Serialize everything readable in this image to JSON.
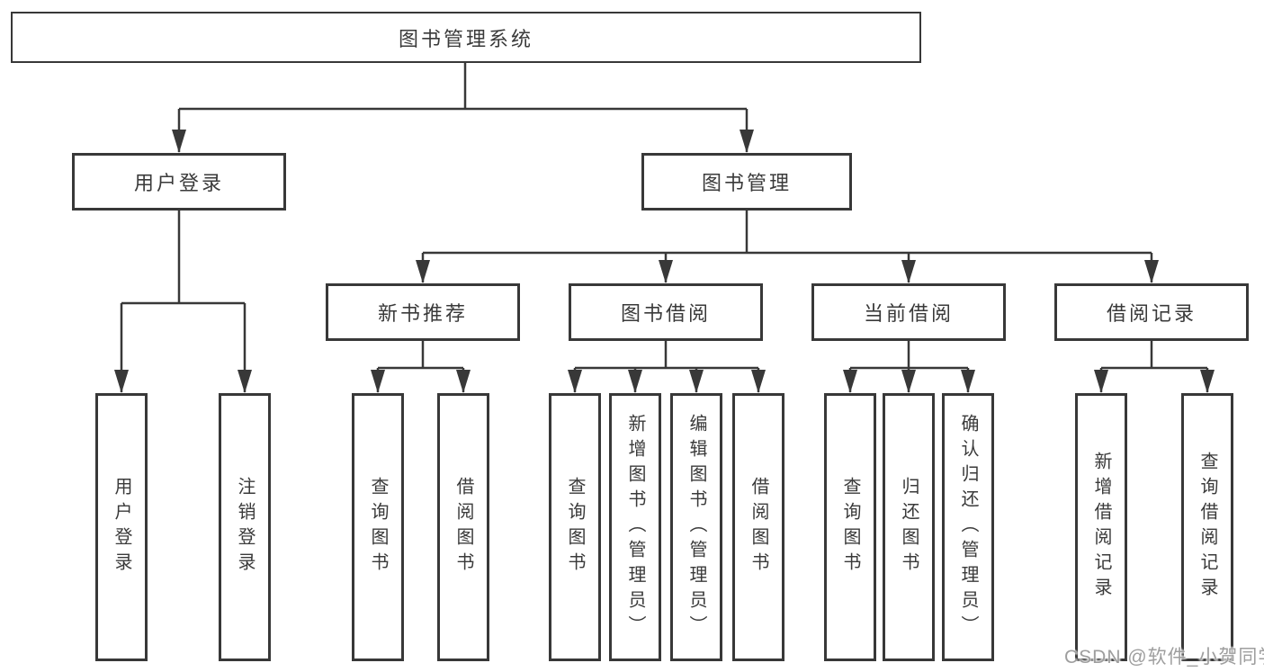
{
  "tree": {
    "root": {
      "label": "图书管理系统",
      "children": [
        {
          "label": "用户登录",
          "children": [
            {
              "label": "用户登录"
            },
            {
              "label": "注销登录"
            }
          ]
        },
        {
          "label": "图书管理",
          "children": [
            {
              "label": "新书推荐",
              "children": [
                {
                  "label": "查询图书"
                },
                {
                  "label": "借阅图书"
                }
              ]
            },
            {
              "label": "图书借阅",
              "children": [
                {
                  "label": "查询图书"
                },
                {
                  "label": "新增图书（管理员）"
                },
                {
                  "label": "编辑图书（管理员）"
                },
                {
                  "label": "借阅图书"
                }
              ]
            },
            {
              "label": "当前借阅",
              "children": [
                {
                  "label": "查询图书"
                },
                {
                  "label": "归还图书"
                },
                {
                  "label": "确认归还（管理员）"
                }
              ]
            },
            {
              "label": "借阅记录",
              "children": [
                {
                  "label": "新增借阅记录"
                },
                {
                  "label": "查询借阅记录"
                }
              ]
            }
          ]
        }
      ]
    }
  },
  "watermark": {
    "text": "CSDN @软件_小贺同学",
    "color": "#9e9e9e"
  },
  "colors": {
    "line": "#383838",
    "text": "#3a3a3a",
    "background": "#ffffff"
  }
}
